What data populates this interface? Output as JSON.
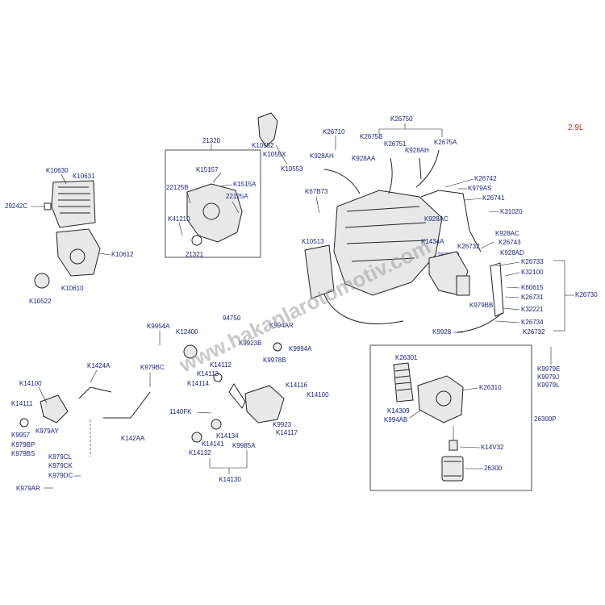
{
  "variant": "2.9L",
  "watermark": "www.hakanlarotomotiv.com",
  "labels": {
    "k26750": "K26750",
    "k26710": "K26710",
    "k2675b": "K2675B",
    "k26751": "K26751",
    "k2675a": "K2675A",
    "k928ah_top": "K928AH",
    "k928ah_pipe": "K928AH",
    "k928aa": "K928AA",
    "k10552": "K10552",
    "k1055x": "K1055X",
    "k10553": "K10553",
    "n21320": "21320",
    "k15157": "K15157",
    "k1515a": "K1515A",
    "n22125b": "22125B",
    "n22125a": "22125A",
    "k41210": "K41210",
    "n21321": "21321",
    "k10630": "K10630",
    "k10631": "K10631",
    "n29242c": "29242C",
    "k10612": "K10612",
    "k10610": "K10610",
    "k10522": "K10522",
    "k67b73": "K67B73",
    "k10513": "K10513",
    "k26742": "K26742",
    "k979as": "K979AS",
    "k26741": "K26741",
    "k928ac_a": "K928AC",
    "k31020": "K31020",
    "k928ac_b": "K928AC",
    "k26743": "K26743",
    "k928ad": "K928AD",
    "k1434a": "K1434A",
    "n26300p_top": "26300P",
    "k26732_top": "K26732",
    "k26733": "K26733",
    "k32100": "K32100",
    "k60615": "K60615",
    "k26731": "K26731",
    "k26730": "K26730",
    "k979bb": "K979BB",
    "k32221": "K32221",
    "k26734": "K26734",
    "k9928": "K9928",
    "k26732_bot": "K26732",
    "n94750": "94750",
    "k9954a": "K9954A",
    "k12400": "K12400",
    "k994ar": "K994AR",
    "k9923b": "K9923B",
    "k9994a": "K9994A",
    "k9978b": "K9978B",
    "k14112": "K14112",
    "k14113": "K14113",
    "k14114": "K14114",
    "k14116": "K14116",
    "k14100_mid": "K14100",
    "k1424a": "K1424A",
    "k979bc": "K979BC",
    "k14100_left": "K14100",
    "k14111": "K14111",
    "k979ay": "K979AY",
    "k9957": "K9957",
    "k979bp": "K979BP",
    "k979bs": "K979BS",
    "k979cl": "K979CL",
    "k979ck": "K979CK",
    "k979dc": "K979DC",
    "k979ar": "K979AR",
    "k142aa": "K142AA",
    "n1140fk": "1140FK",
    "k14134": "K14134",
    "k14141": "K14141",
    "k14132": "K14132",
    "k9985a": "K9985A",
    "k14117": "K14117",
    "k9923": "K9923",
    "k14130": "K14130",
    "k26301": "K26301",
    "k26310": "K26310",
    "k14309": "K14309",
    "k994ab": "K994AB",
    "n26300p_box": "26300P",
    "k14v32": "K14V32",
    "n26300": "26300",
    "k9979e": "K9979E",
    "k9979j": "K9979J",
    "k9979l": "K9979L"
  }
}
